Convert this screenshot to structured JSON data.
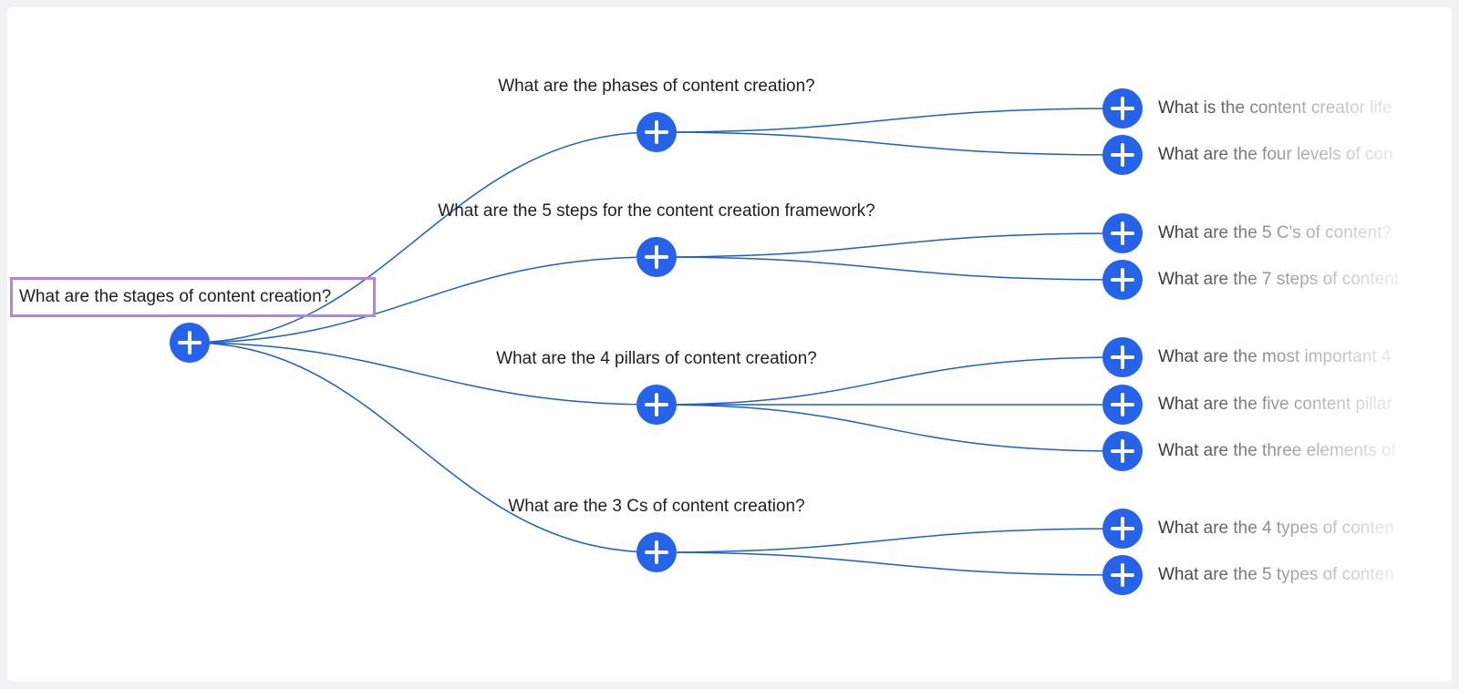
{
  "root": {
    "label": "What are the stages of content creation?"
  },
  "branches": [
    {
      "label": "What are the phases of content creation?",
      "children": [
        {
          "label": "What is the content creator life"
        },
        {
          "label": "What are the four levels of con"
        }
      ]
    },
    {
      "label": "What are the 5 steps for the content creation framework?",
      "children": [
        {
          "label": "What are the 5 C's of content?"
        },
        {
          "label": "What are the 7 steps of content"
        }
      ]
    },
    {
      "label": "What are the 4 pillars of content creation?",
      "children": [
        {
          "label": "What are the most important 4"
        },
        {
          "label": "What are the five content pillar"
        },
        {
          "label": "What are the three elements of"
        }
      ]
    },
    {
      "label": "What are the 3 Cs of content creation?",
      "children": [
        {
          "label": "What are the 4 types of conten"
        },
        {
          "label": "What are the 5 types of conten"
        }
      ]
    }
  ],
  "icons": {
    "node": "plus-icon"
  },
  "colors": {
    "node_fill": "#2563eb",
    "edge": "#1f5fc4",
    "selection_border": "#b184e6"
  }
}
